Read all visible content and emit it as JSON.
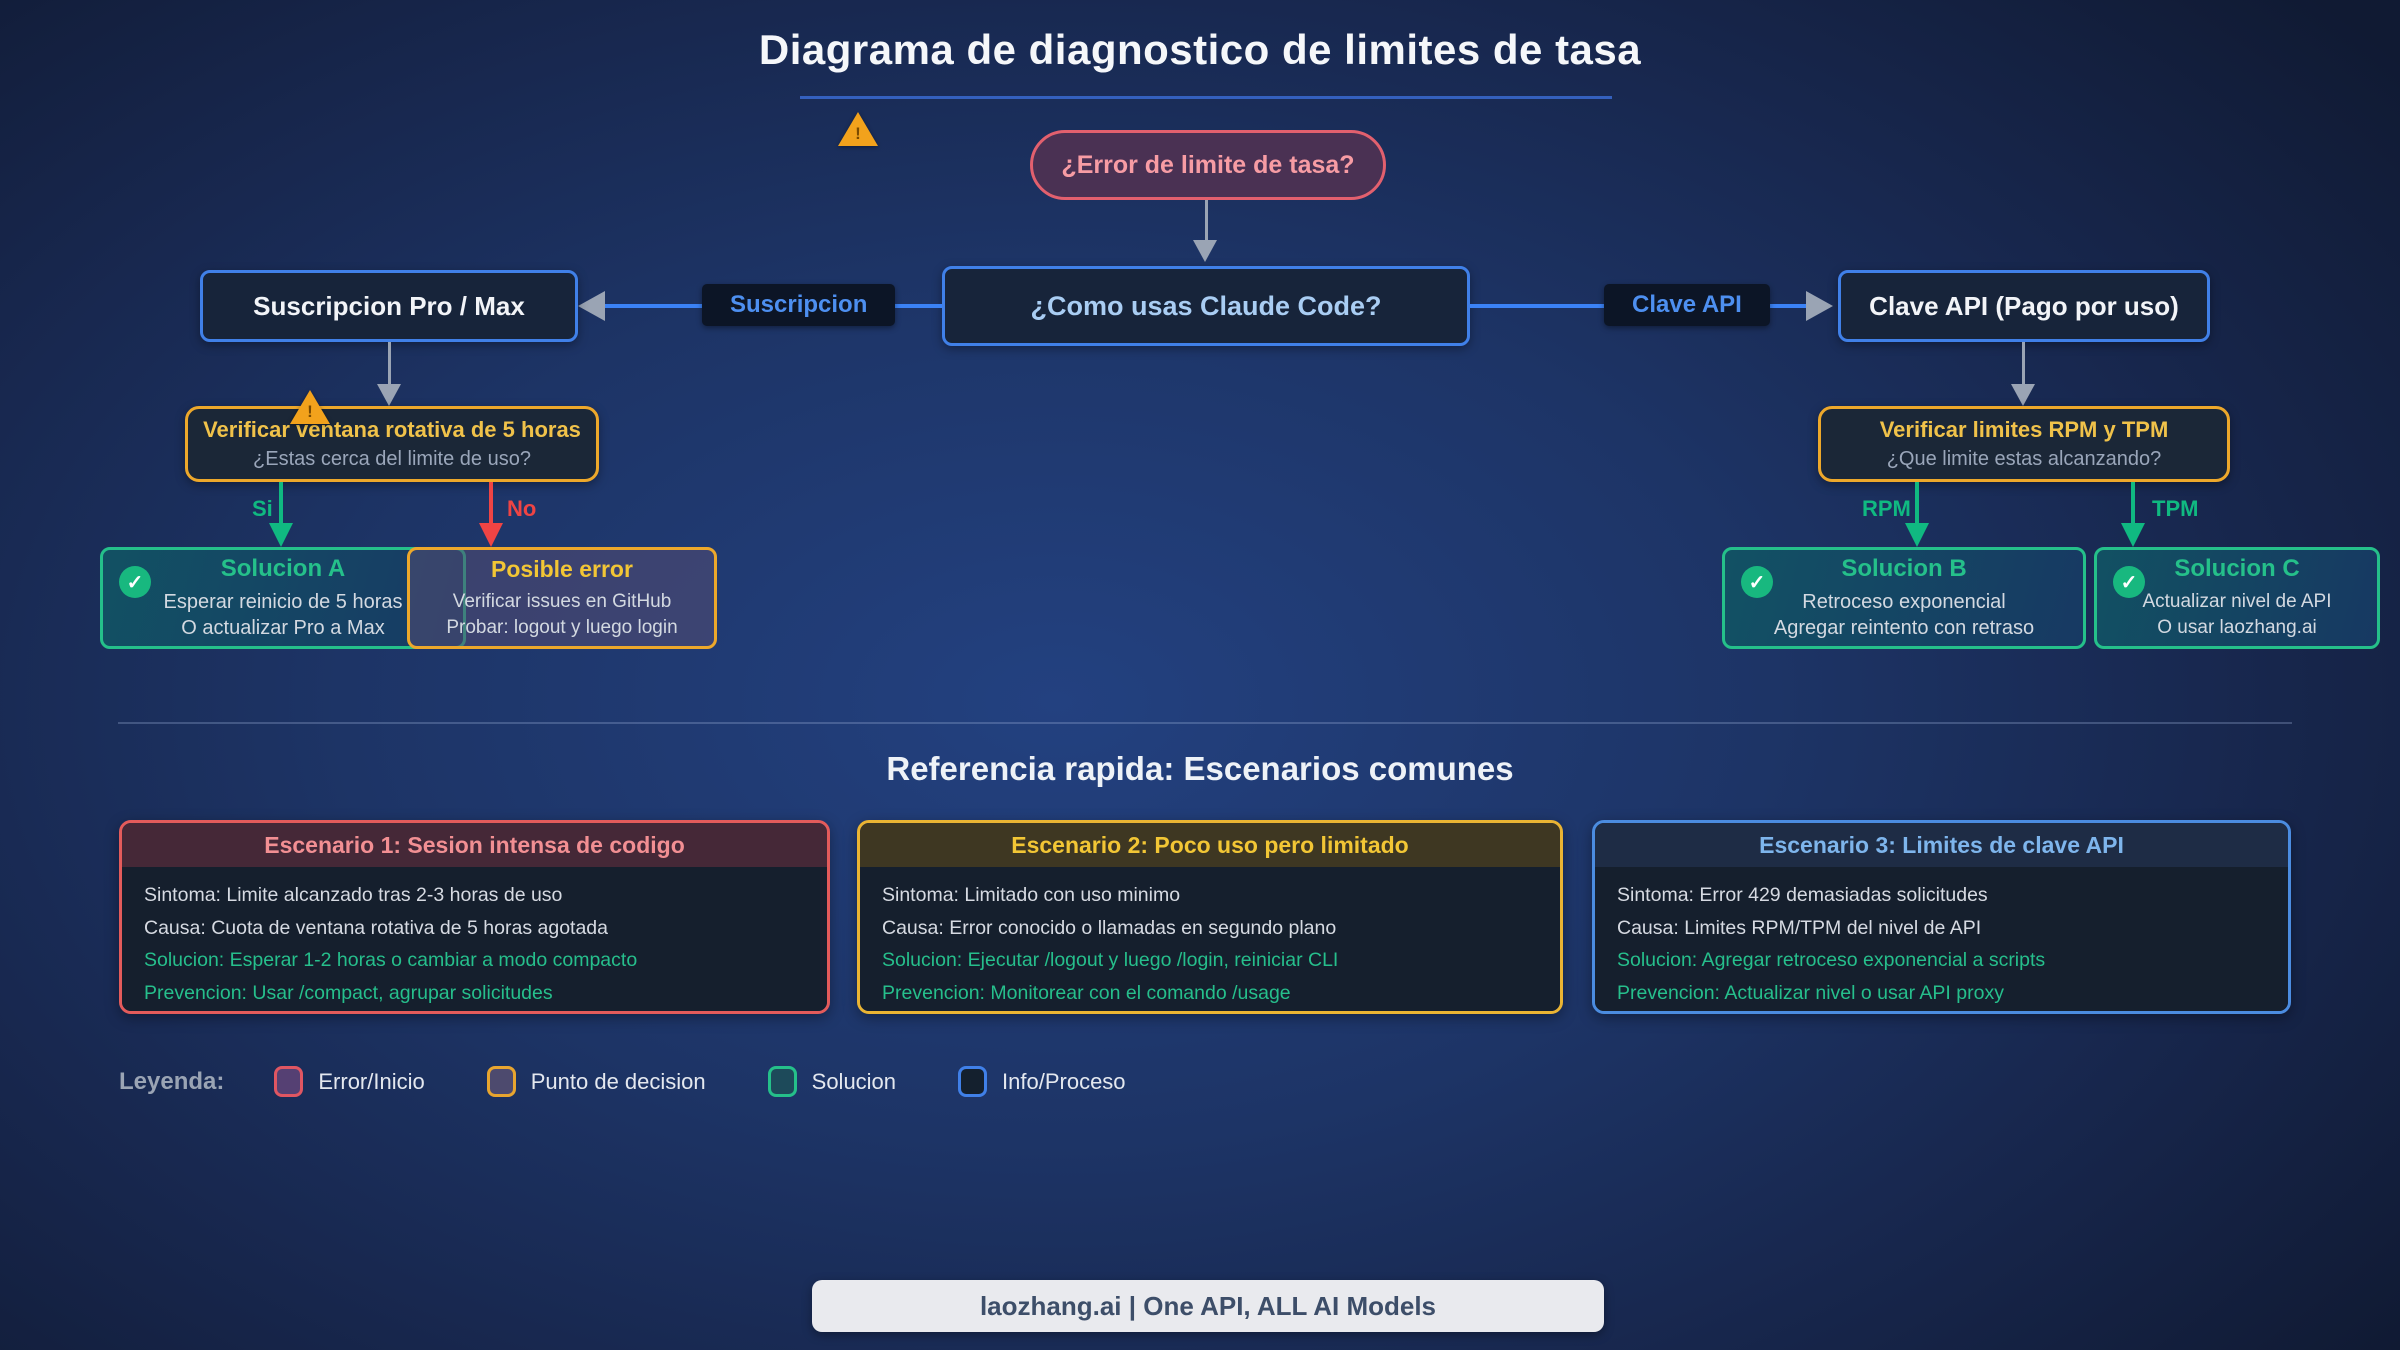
{
  "icons": {
    "exclamation": "!",
    "check": "✓"
  },
  "title": {
    "text": "Diagrama de diagnostico de limites de tasa"
  },
  "flow": {
    "start_label": "¿Error de limite de tasa?",
    "how_label": "¿Como usas Claude Code?",
    "edge_subscription": "Suscripcion",
    "edge_api": "Clave API",
    "sub_node": "Suscripcion Pro / Max",
    "api_node": "Clave API (Pago por uso)",
    "sub_check_title": "Verificar ventana rotativa de 5 horas",
    "sub_check_sub": "¿Estas cerca del limite de uso?",
    "label_si": "Si",
    "label_no": "No",
    "label_rpm": "RPM",
    "label_tpm": "TPM",
    "api_check_title": "Verificar limites RPM y TPM",
    "api_check_sub": "¿Que limite estas alcanzando?",
    "solution_a": {
      "title": "Solucion A",
      "line1": "Esperar reinicio de 5 horas",
      "line2": "O actualizar Pro a Max"
    },
    "possible_error": {
      "title": "Posible error",
      "line1": "Verificar issues en GitHub",
      "line2": "Probar: logout y luego login"
    },
    "solution_b": {
      "title": "Solucion B",
      "line1": "Retroceso exponencial",
      "line2": "Agregar reintento con retraso"
    },
    "solution_c": {
      "title": "Solucion C",
      "line1": "Actualizar nivel de API",
      "line2": "O usar laozhang.ai"
    }
  },
  "reference": {
    "heading": "Referencia rapida: Escenarios comunes",
    "cards": [
      {
        "title": "Escenario 1: Sesion intensa de codigo",
        "lines": [
          "Sintoma: Limite alcanzado tras 2-3 horas de uso",
          "Causa: Cuota de ventana rotativa de 5 horas agotada",
          "Solucion: Esperar 1-2 horas o cambiar a modo compacto",
          "Prevencion: Usar /compact, agrupar solicitudes"
        ]
      },
      {
        "title": "Escenario 2: Poco uso pero limitado",
        "lines": [
          "Sintoma: Limitado con uso minimo",
          "Causa: Error conocido o llamadas en segundo plano",
          "Solucion: Ejecutar /logout y luego /login, reiniciar CLI",
          "Prevencion: Monitorear con el comando /usage"
        ]
      },
      {
        "title": "Escenario 3: Limites de clave API",
        "lines": [
          "Sintoma: Error 429 demasiadas solicitudes",
          "Causa: Limites RPM/TPM del nivel de API",
          "Solucion: Agregar retroceso exponencial a scripts",
          "Prevencion: Actualizar nivel o usar API proxy"
        ]
      }
    ]
  },
  "legend": {
    "label": "Leyenda:",
    "items": [
      {
        "name": "Error/Inicio"
      },
      {
        "name": "Punto de decision"
      },
      {
        "name": "Solucion"
      },
      {
        "name": "Info/Proceso"
      }
    ]
  },
  "footer": {
    "text": "laozhang.ai | One API, ALL AI Models"
  },
  "colors": {
    "error": "#e2606e",
    "warning": "#eda82b",
    "success": "#10b981",
    "info": "#4080e8"
  }
}
